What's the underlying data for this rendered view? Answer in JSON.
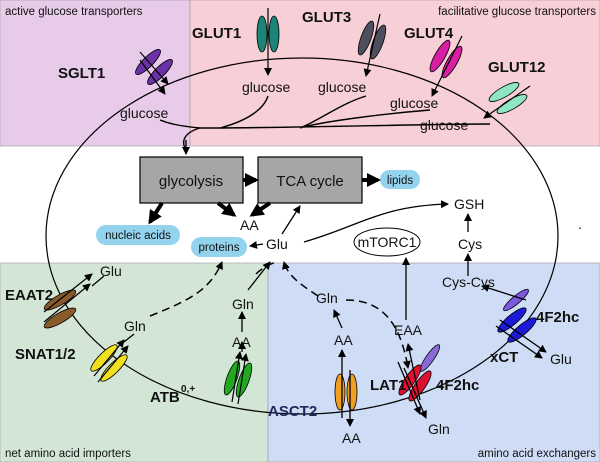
{
  "regions": {
    "active": "active glucose transporters",
    "facilitative": "facilitative glucose transporters",
    "net_import": "net amino acid importers",
    "exchangers": "amino acid exchangers"
  },
  "transporters": {
    "sglt1": "SGLT1",
    "glut1": "GLUT1",
    "glut3": "GLUT3",
    "glut4": "GLUT4",
    "glut12": "GLUT12",
    "eaat2": "EAAT2",
    "snat12": "SNAT1/2",
    "atb_base": "ATB",
    "atb_sup": "0,+",
    "asct2": "ASCT2",
    "lat1": "LAT1",
    "hc_lat1": "4F2hc",
    "hc_xct": "4F2hc",
    "xct": "xCT"
  },
  "metabolites": {
    "glucose": "glucose",
    "glu": "Glu",
    "gln": "Gln",
    "aa": "AA",
    "eaa": "EAA",
    "gsh": "GSH",
    "cys": "Cys",
    "cys_cys": "Cys-Cys",
    "mtorc1": "mTORC1"
  },
  "process_boxes": {
    "glycolysis": "glycolysis",
    "tca": "TCA cycle"
  },
  "products": {
    "lipids": "lipids",
    "nucleic_acids": "nucleic acids",
    "proteins": "proteins"
  },
  "colors": {
    "region_active": "#e7cbe9",
    "region_facilitative": "#f7cfd6",
    "region_net_import": "#d3e6d6",
    "region_exchangers": "#cfdcf5",
    "process_box": "#a6a6a6",
    "product_pill": "#93d3ee",
    "sglt1": "#6b32a8",
    "glut1": "#1c8577",
    "glut3": "#4e4e5e",
    "glut4": "#d81fa4",
    "glut12": "#8fe6c6",
    "eaat2": "#8a5a2a",
    "snat12": "#f0e020",
    "atb": "#22a822",
    "asct2": "#f0a020",
    "lat1": "#e01030",
    "hc_lat1": "#8a6ad8",
    "xct": "#1a1ad8",
    "hc_xct": "#7a5ae0"
  }
}
